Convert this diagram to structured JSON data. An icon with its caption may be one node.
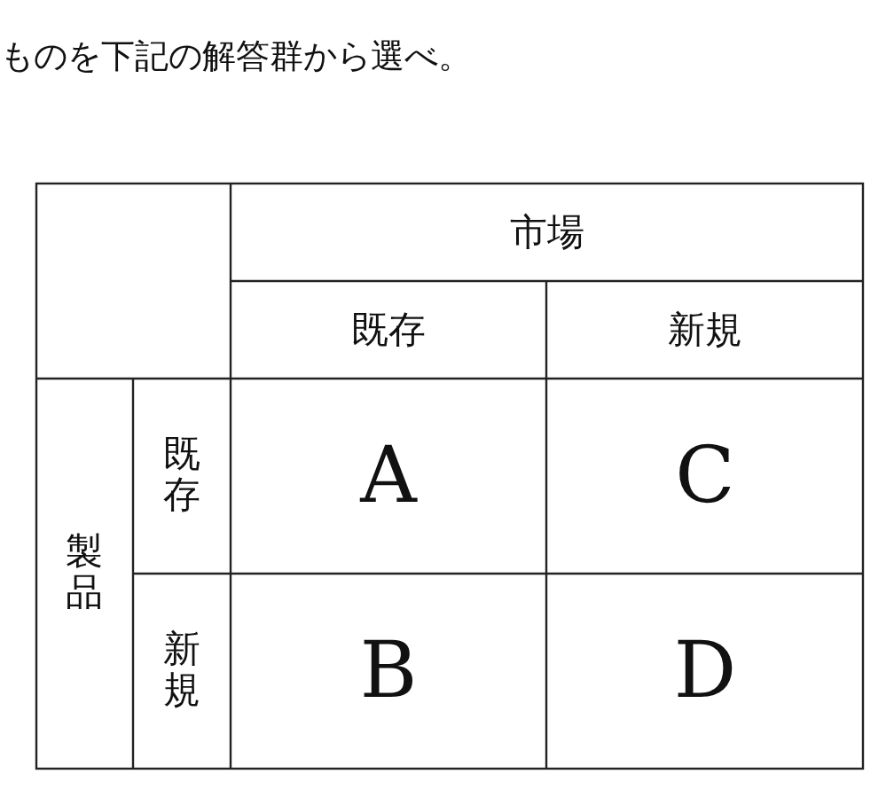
{
  "diagram": {
    "labels": [
      "ものを下記の解答群から選べ。",
      "市場",
      "既存",
      "新規",
      "製品",
      "既存",
      "A",
      "C",
      "新規",
      "B",
      "D"
    ]
  }
}
